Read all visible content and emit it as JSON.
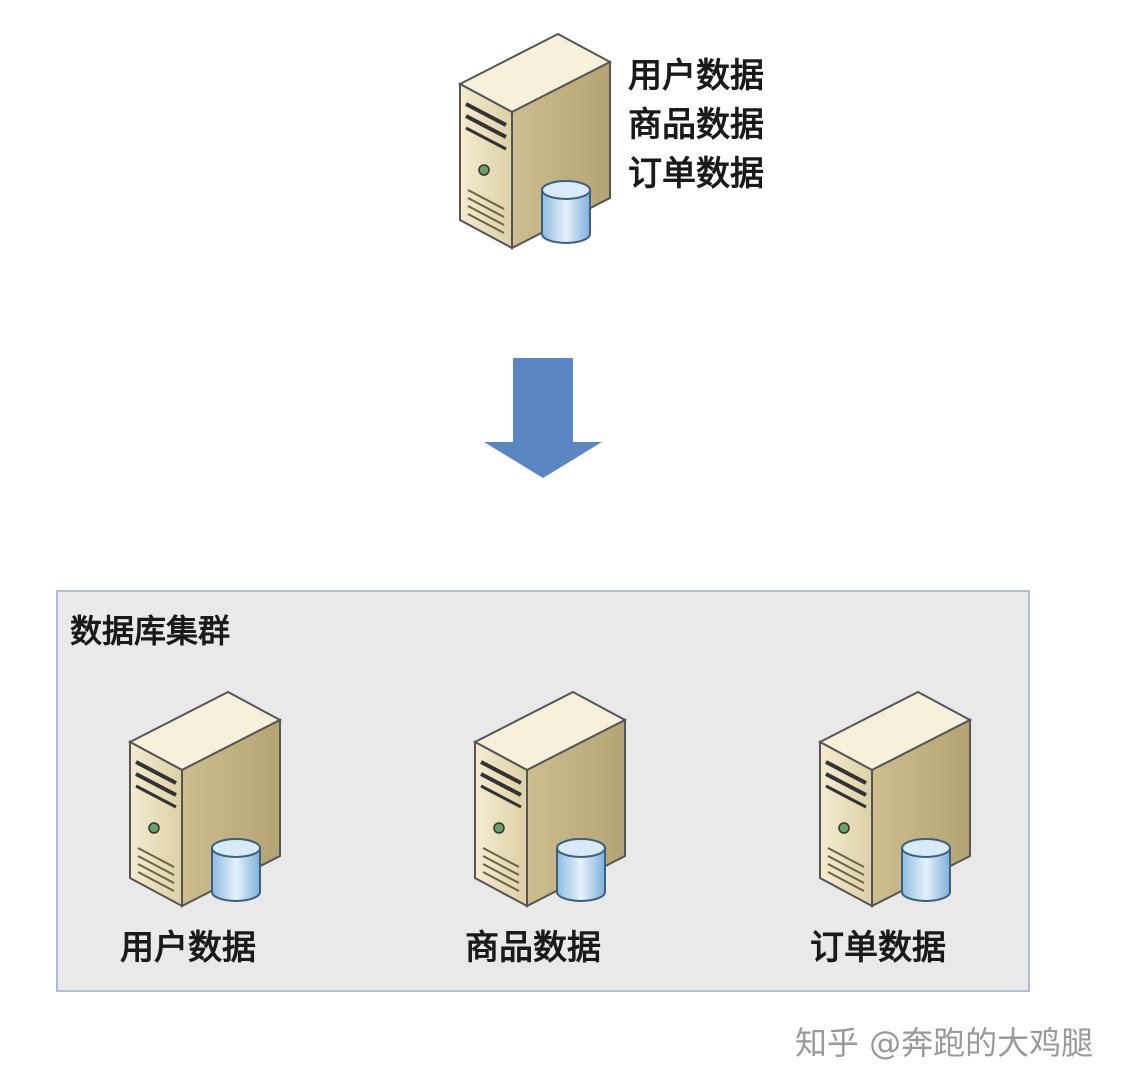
{
  "top_server": {
    "labels": [
      "用户数据",
      "商品数据",
      "订单数据"
    ]
  },
  "arrow": {
    "icon": "down-arrow-icon",
    "color": "#5b85c3"
  },
  "cluster": {
    "title": "数据库集群",
    "nodes": [
      {
        "label": "用户数据"
      },
      {
        "label": "商品数据"
      },
      {
        "label": "订单数据"
      }
    ]
  },
  "watermark": "知乎 @奔跑的大鸡腿",
  "colors": {
    "server_body": "#e8dcb5",
    "server_side": "#c8b88b",
    "database": "#a9cdea",
    "cluster_bg": "#e9e9ea",
    "cluster_border": "#aebdd3"
  }
}
